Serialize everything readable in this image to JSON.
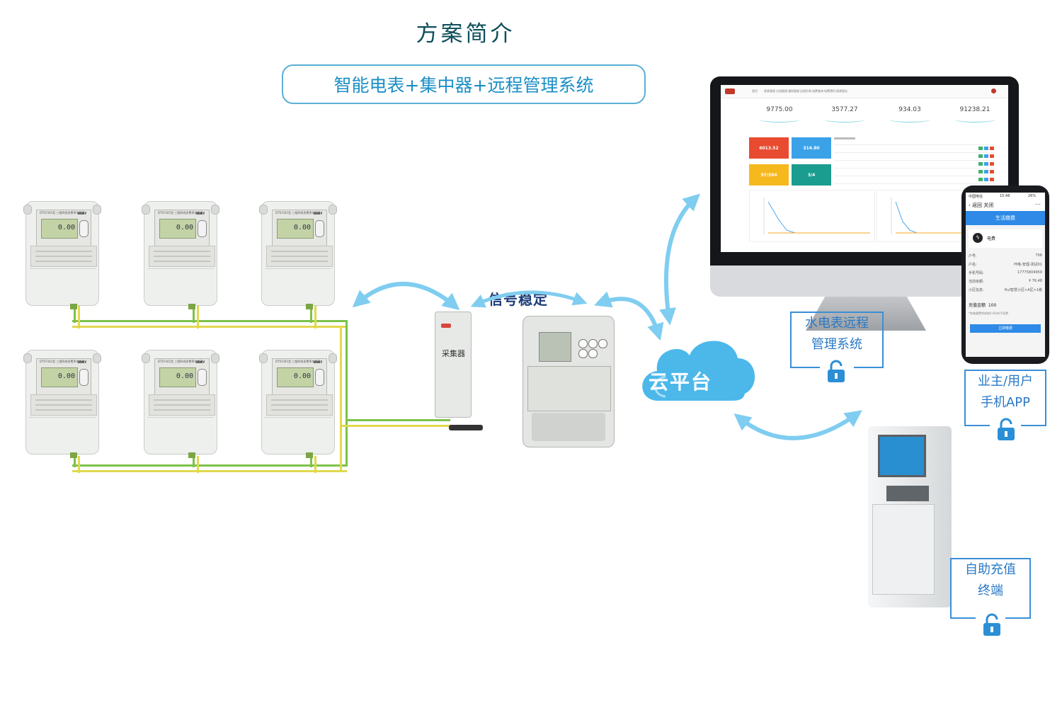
{
  "title": "方案简介",
  "subtitle": "智能电表+集中器+远程管理系统",
  "meter": {
    "model": "DTSY341型 三相四线多费率电能表",
    "brand": "SOKY",
    "lcd_reading": "0.00"
  },
  "collector_label": "采集器",
  "signal_label": "信号稳定",
  "cloud_label": "云平台",
  "dashboard": {
    "nav": [
      "首页",
      "表表管理",
      "分组管理",
      "通知管理",
      "远程抄表",
      "电费查询",
      "电费预约",
      "报表报告"
    ],
    "stats": [
      "9775.00",
      "3577.27",
      "934.03",
      "91238.21"
    ],
    "tiles": [
      {
        "value": "6013.52",
        "color": "#e84b30"
      },
      {
        "value": "314.80",
        "color": "#3ba2e8"
      },
      {
        "value": "97/394",
        "color": "#f5b81d"
      },
      {
        "value": "3/4",
        "color": "#1a9c8e"
      }
    ]
  },
  "phone": {
    "carrier": "中国电信",
    "time": "15:48",
    "battery": "26%",
    "nav_back": "返回",
    "nav_close": "关闭",
    "header": "生活缴费",
    "card_label": "电费",
    "rows": [
      {
        "k": "户号:",
        "v": "706"
      },
      {
        "k": "户名:",
        "v": "咔嗒-管理-测试01"
      },
      {
        "k": "手机号码:",
        "v": "17775804959"
      },
      {
        "k": "当前余额:",
        "v": "¥ 76.48"
      },
      {
        "k": "小区信息:",
        "v": "Hui智慧小区>A区>1栋"
      }
    ],
    "amount_label": "充值金额",
    "amount_value": "100",
    "fee_note": "*每笔缴费将收取0.6%的手续费",
    "pay_button": "立即缴费"
  },
  "labels": {
    "remote_system": [
      "水电表远程",
      "管理系统"
    ],
    "user_app": [
      "业主/用户",
      "手机APP"
    ],
    "kiosk": [
      "自助充值",
      "终端"
    ]
  },
  "colors": {
    "title": "#0d4f5a",
    "subtitle": "#1c8fc5",
    "label": "#2979c6",
    "arrow": "#7fcdf0",
    "cloud": "#4cb8ea",
    "wire_green": "#7cc24b",
    "wire_yellow": "#e1d84d"
  }
}
